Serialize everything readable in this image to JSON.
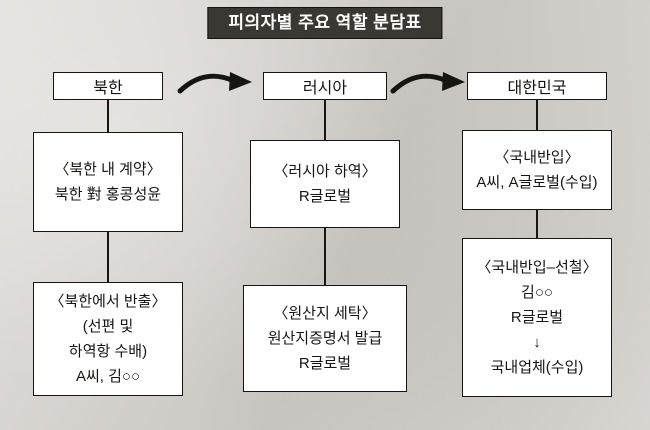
{
  "title": "피의자별 주요 역할 분담표",
  "columns": [
    {
      "header": "북한",
      "box1": "〈북한 내 계약〉\n북한 對 홍콩성윤",
      "box2": "〈북한에서 반출〉\n(선편 및\n하역항 수배)\nA씨, 김○○"
    },
    {
      "header": "러시아",
      "box1": "〈러시아 하역〉\nR글로벌",
      "box2": "〈원산지 세탁〉\n원산지증명서 발급\nR글로벌"
    },
    {
      "header": "대한민국",
      "box1": "〈국내반입〉\nA씨, A글로벌(수입)",
      "box2": "〈국내반입–선철〉\n김○○\nR글로벌\n↓\n국내업체(수입)"
    }
  ],
  "colors": {
    "background": "#d7d4d0",
    "title_bg": "#3a3832",
    "title_text": "#ffffff",
    "box_bg": "#ffffff",
    "box_border": "#161512",
    "line": "#161512"
  }
}
